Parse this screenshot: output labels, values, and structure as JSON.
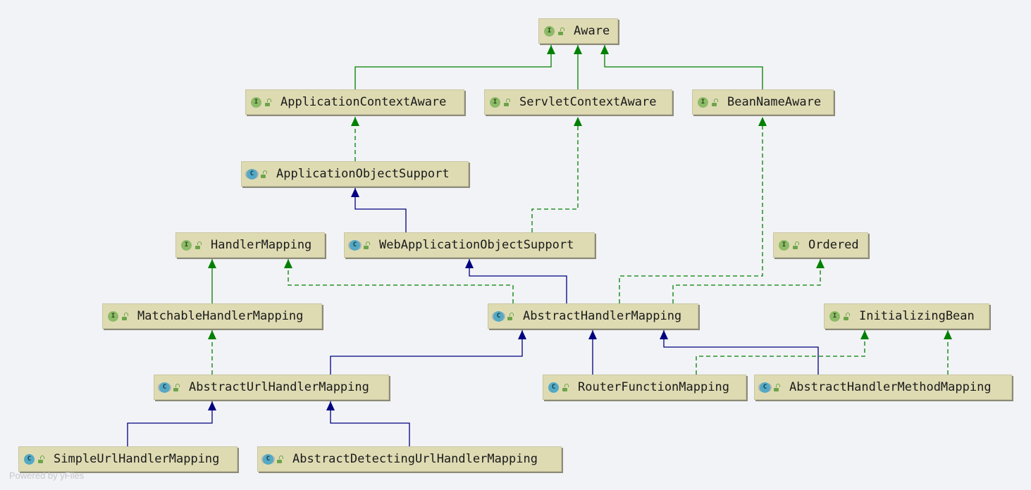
{
  "colors": {
    "implements": "#008000",
    "extends": "#000080",
    "node_fill": "#dedbb3"
  },
  "nodes": {
    "aware": {
      "label": "Aware",
      "kind": "interface"
    },
    "application_context_aware": {
      "label": "ApplicationContextAware",
      "kind": "interface"
    },
    "servlet_context_aware": {
      "label": "ServletContextAware",
      "kind": "interface"
    },
    "bean_name_aware": {
      "label": "BeanNameAware",
      "kind": "interface"
    },
    "application_object_support": {
      "label": "ApplicationObjectSupport",
      "kind": "abstract-class"
    },
    "handler_mapping": {
      "label": "HandlerMapping",
      "kind": "interface"
    },
    "web_application_object_support": {
      "label": "WebApplicationObjectSupport",
      "kind": "abstract-class"
    },
    "ordered": {
      "label": "Ordered",
      "kind": "interface"
    },
    "matchable_handler_mapping": {
      "label": "MatchableHandlerMapping",
      "kind": "interface"
    },
    "abstract_handler_mapping": {
      "label": "AbstractHandlerMapping",
      "kind": "abstract-class"
    },
    "initializing_bean": {
      "label": "InitializingBean",
      "kind": "interface"
    },
    "abstract_url_handler_mapping": {
      "label": "AbstractUrlHandlerMapping",
      "kind": "abstract-class"
    },
    "router_function_mapping": {
      "label": "RouterFunctionMapping",
      "kind": "class"
    },
    "abstract_handler_method_mapping": {
      "label": "AbstractHandlerMethodMapping",
      "kind": "abstract-class"
    },
    "simple_url_handler_mapping": {
      "label": "SimpleUrlHandlerMapping",
      "kind": "class"
    },
    "abstract_detecting_url_handler_mapping": {
      "label": "AbstractDetectingUrlHandlerMapping",
      "kind": "abstract-class"
    }
  },
  "edges": [
    {
      "from": "application_context_aware",
      "to": "aware",
      "type": "extends-interface"
    },
    {
      "from": "servlet_context_aware",
      "to": "aware",
      "type": "extends-interface"
    },
    {
      "from": "bean_name_aware",
      "to": "aware",
      "type": "extends-interface"
    },
    {
      "from": "application_object_support",
      "to": "application_context_aware",
      "type": "implements"
    },
    {
      "from": "web_application_object_support",
      "to": "application_object_support",
      "type": "extends"
    },
    {
      "from": "web_application_object_support",
      "to": "servlet_context_aware",
      "type": "implements"
    },
    {
      "from": "matchable_handler_mapping",
      "to": "handler_mapping",
      "type": "extends-interface"
    },
    {
      "from": "abstract_handler_mapping",
      "to": "handler_mapping",
      "type": "implements"
    },
    {
      "from": "abstract_handler_mapping",
      "to": "web_application_object_support",
      "type": "extends"
    },
    {
      "from": "abstract_handler_mapping",
      "to": "bean_name_aware",
      "type": "implements"
    },
    {
      "from": "abstract_handler_mapping",
      "to": "ordered",
      "type": "implements"
    },
    {
      "from": "abstract_url_handler_mapping",
      "to": "matchable_handler_mapping",
      "type": "implements"
    },
    {
      "from": "abstract_url_handler_mapping",
      "to": "abstract_handler_mapping",
      "type": "extends"
    },
    {
      "from": "router_function_mapping",
      "to": "abstract_handler_mapping",
      "type": "extends"
    },
    {
      "from": "router_function_mapping",
      "to": "initializing_bean",
      "type": "implements"
    },
    {
      "from": "abstract_handler_method_mapping",
      "to": "abstract_handler_mapping",
      "type": "extends"
    },
    {
      "from": "abstract_handler_method_mapping",
      "to": "initializing_bean",
      "type": "implements"
    },
    {
      "from": "simple_url_handler_mapping",
      "to": "abstract_url_handler_mapping",
      "type": "extends"
    },
    {
      "from": "abstract_detecting_url_handler_mapping",
      "to": "abstract_url_handler_mapping",
      "type": "extends"
    }
  ],
  "footer": "Powered by yFiles"
}
